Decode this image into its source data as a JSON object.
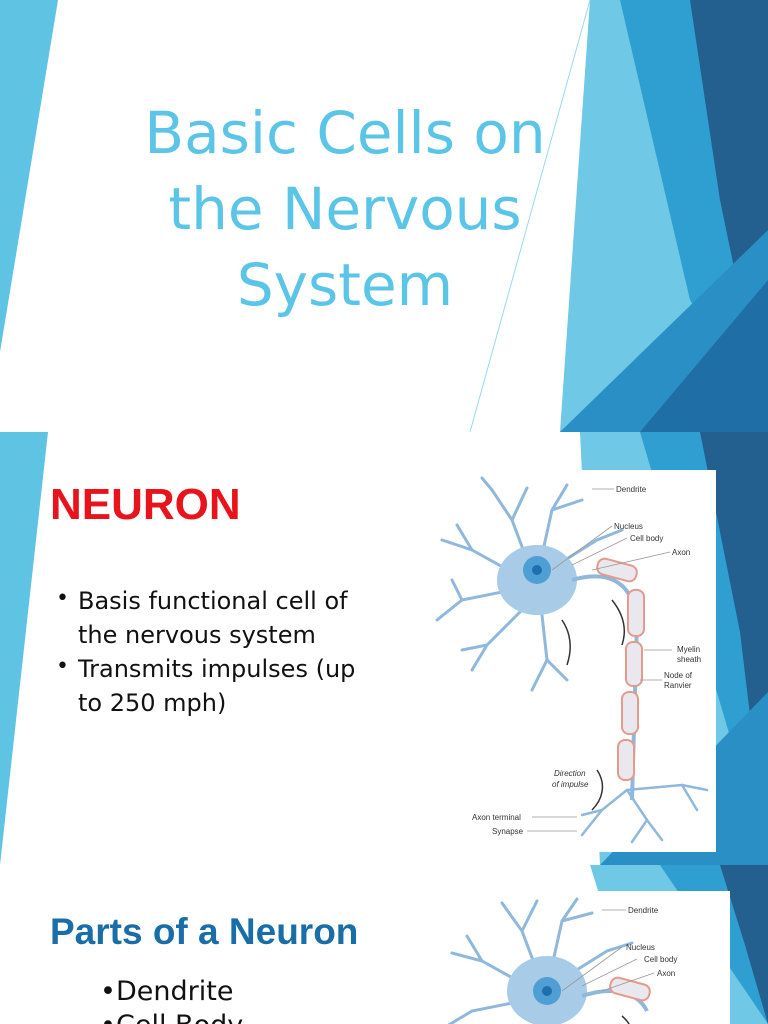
{
  "colors": {
    "title": "#5bc5e8",
    "neuron_heading": "#e8131b",
    "parts_heading": "#1a6ea8",
    "deco_light": "#5fc3e4",
    "deco_mid": "#2a8fc4",
    "deco_dark": "#235f8f"
  },
  "slide1": {
    "title": "Basic Cells on the Nervous System"
  },
  "slide2": {
    "heading": "NEURON",
    "bullets": [
      "Basis functional cell of the nervous system",
      "Transmits impulses (up to 250 mph)"
    ],
    "diagram": {
      "labels": {
        "dendrite": "Dendrite",
        "nucleus": "Nucleus",
        "cell_body": "Cell body",
        "axon": "Axon",
        "myelin_1": "Myelin",
        "myelin_2": "sheath",
        "node_1": "Node of",
        "node_2": "Ranvier",
        "direction_1": "Direction",
        "direction_2": "of impulse",
        "axon_terminal": "Axon terminal",
        "synapse": "Synapse"
      }
    }
  },
  "slide3": {
    "heading": "Parts of a Neuron",
    "items": [
      "Dendrite",
      "Cell Body"
    ],
    "diagram": {
      "labels": {
        "dendrite": "Dendrite",
        "nucleus": "Nucleus",
        "cell_body": "Cell body",
        "axon": "Axon"
      }
    }
  }
}
